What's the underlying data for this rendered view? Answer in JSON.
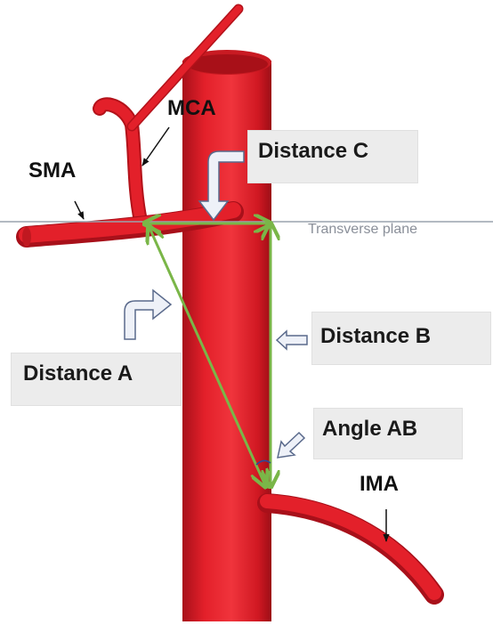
{
  "labels": {
    "mca": "MCA",
    "sma": "SMA",
    "ima": "IMA",
    "distance_a": "Distance A",
    "distance_b": "Distance B",
    "distance_c": "Distance C",
    "angle_ab": "Angle AB",
    "transverse_plane": "Transverse plane"
  },
  "colors": {
    "vessel": "#e3202a",
    "vessel_shadow": "#b3121a",
    "vessel_highlight": "#f26068",
    "measure_line": "#7ab648",
    "plane_line": "#9aa3ad",
    "callout_fill": "#eef1f8",
    "callout_stroke": "#5a6a8c",
    "label_box": "#ececec",
    "angle_arc": "#2a4a9a"
  },
  "icons": [
    "up-right-arrow-icon",
    "down-arrow-icon",
    "left-arrow-icon",
    "down-left-arrow-icon"
  ]
}
